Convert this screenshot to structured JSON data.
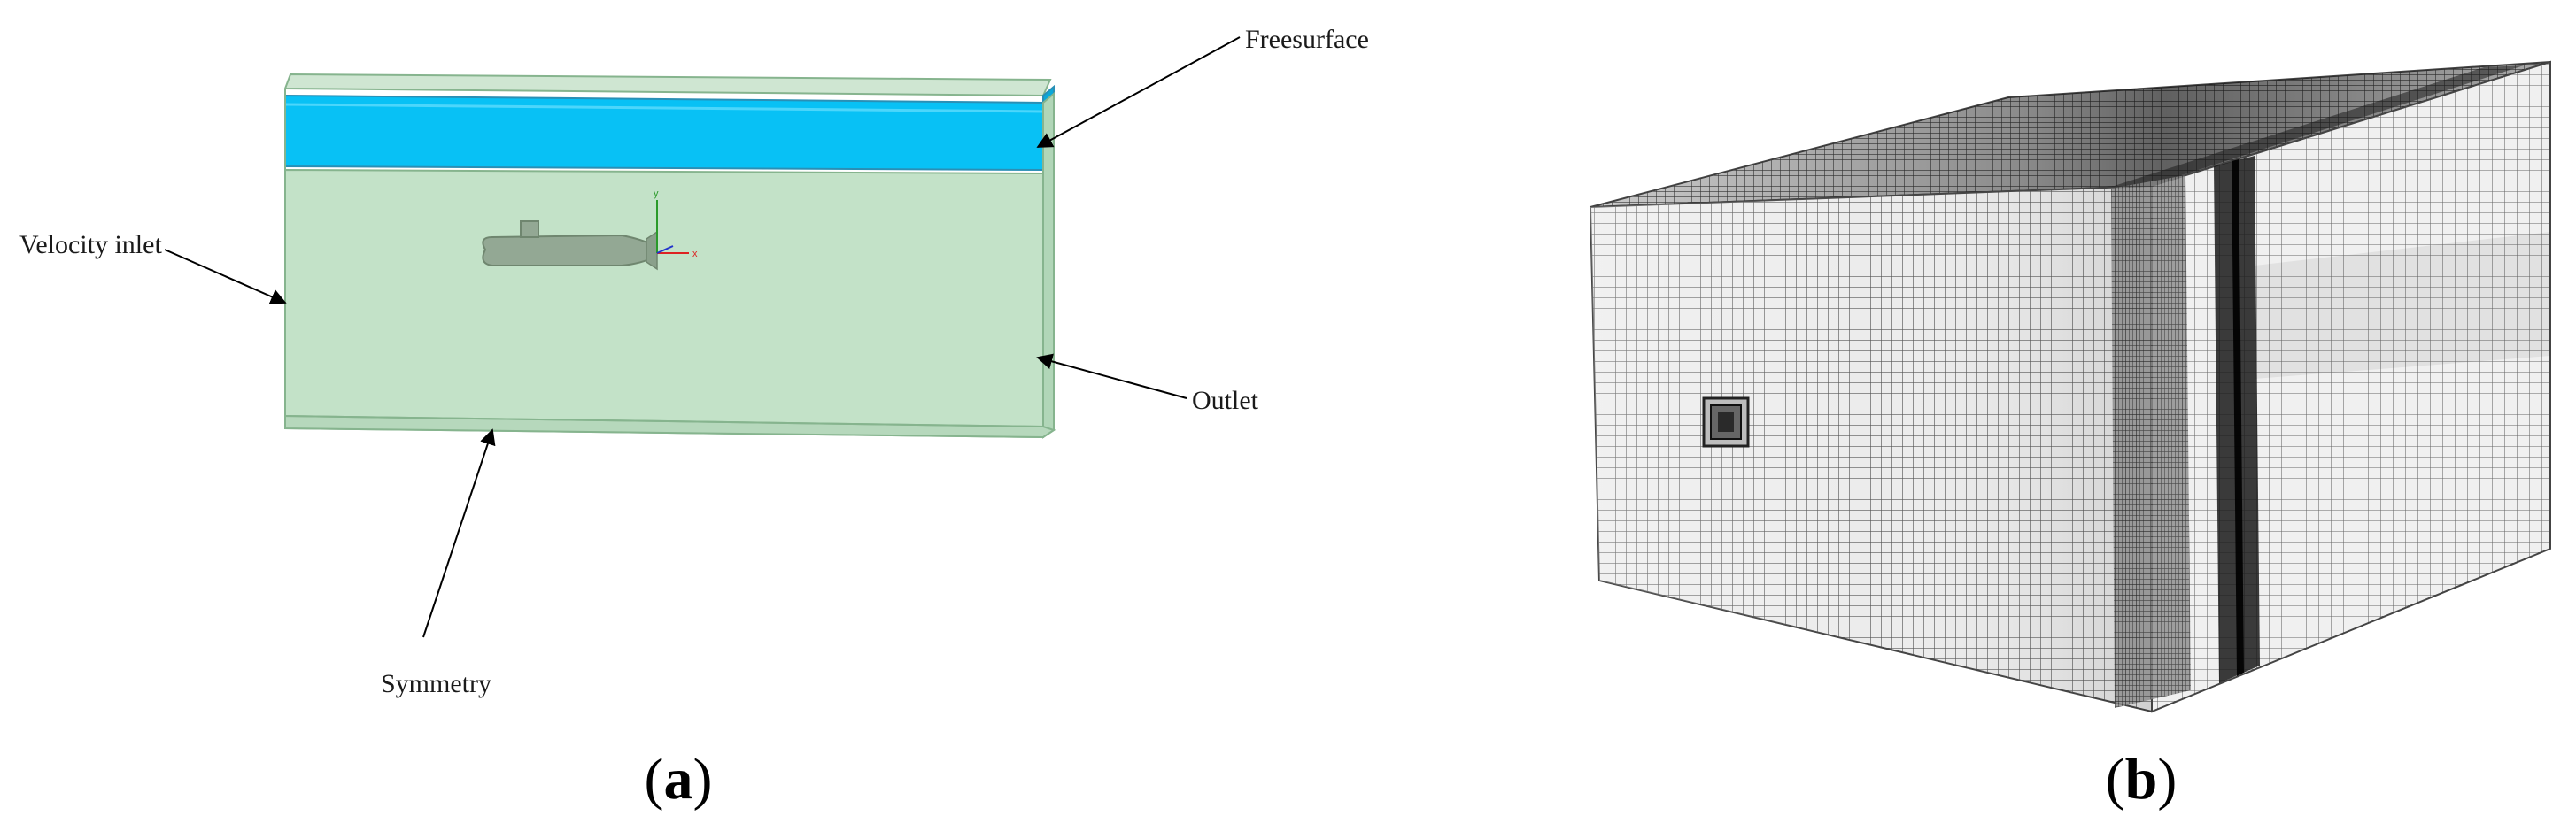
{
  "panel_a": {
    "labels": {
      "freesurface": "Freesurface",
      "velocity_inlet": "Velocity inlet",
      "outlet": "Outlet",
      "symmetry": "Symmetry"
    },
    "axis_labels": {
      "x": "x",
      "y": "y"
    },
    "caption_letter": "a",
    "colors": {
      "domain_fill": "#c3e2c8",
      "domain_edge": "#86b48e",
      "free_surface_band": "#08c1f5",
      "submarine": "#93a894"
    }
  },
  "panel_b": {
    "caption_letter": "b",
    "colors": {
      "mesh_face_light": "#e9e9e9",
      "mesh_line": "#5c5c5c",
      "refinement_band": "#2a2a2a"
    }
  },
  "captions": {
    "open_paren": "(",
    "close_paren": ")"
  }
}
